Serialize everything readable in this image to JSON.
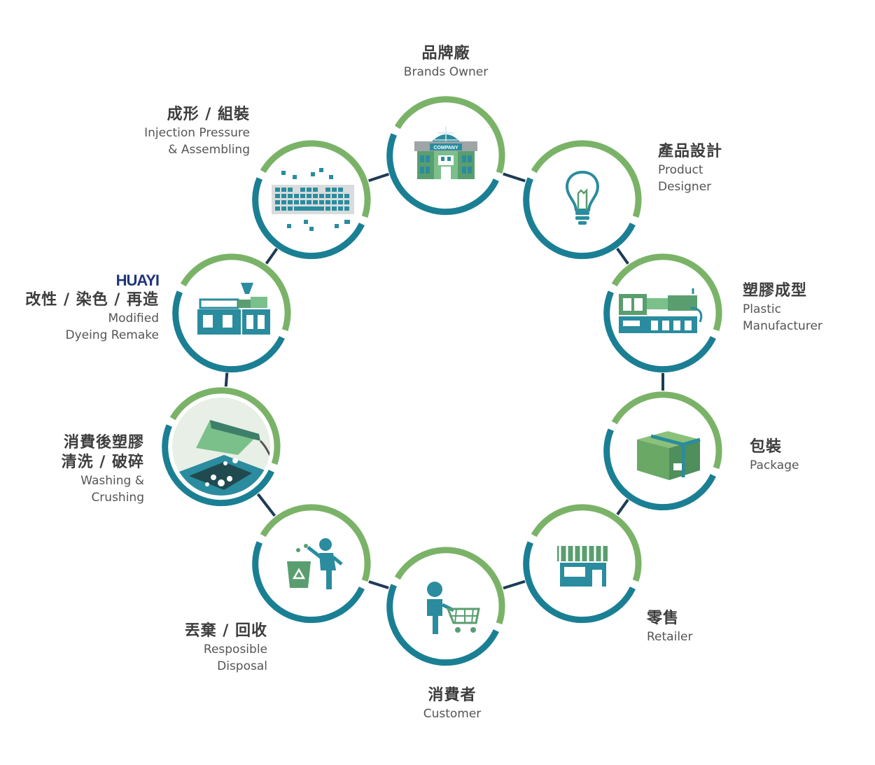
{
  "brand": {
    "name": "HUAYI"
  },
  "colors": {
    "green": "#7ab368",
    "teal": "#1b7f94",
    "connector": "#1d3b56",
    "icon_green": "#5a9e6f",
    "icon_teal": "#2a8c9e"
  },
  "stages": [
    {
      "zh": "品牌廠",
      "en1": "Brands Owner",
      "en2": "",
      "icon": "building-icon",
      "icon_text": "COMPANY"
    },
    {
      "zh": "產品設計",
      "en1": "Product",
      "en2": "Designer",
      "icon": "lightbulb-icon"
    },
    {
      "zh": "塑膠成型",
      "en1": "Plastic",
      "en2": "Manufacturer",
      "icon": "injection-machine-icon"
    },
    {
      "zh": "包裝",
      "en1": "Package",
      "en2": "",
      "icon": "box-icon"
    },
    {
      "zh": "零售",
      "en1": "Retailer",
      "en2": "",
      "icon": "shop-icon"
    },
    {
      "zh": "消費者",
      "en1": "Customer",
      "en2": "",
      "icon": "shopper-icon"
    },
    {
      "zh": "丟棄 / 回收",
      "en1": "Resposible",
      "en2": "Disposal",
      "icon": "recycle-bin-icon"
    },
    {
      "zh1": "消費後塑膠",
      "zh2": "清洗 / 破碎",
      "en1": "Washing &",
      "en2": "Crushing",
      "icon": "crusher-icon"
    },
    {
      "zh": "改性 / 染色 / 再造",
      "en1": "Modified",
      "en2": "Dyeing Remake",
      "icon": "extruder-icon"
    },
    {
      "zh": "成形 / 組裝",
      "en1": "Injection Pressure",
      "en2": "& Assembling",
      "icon": "keyboard-icon"
    }
  ]
}
